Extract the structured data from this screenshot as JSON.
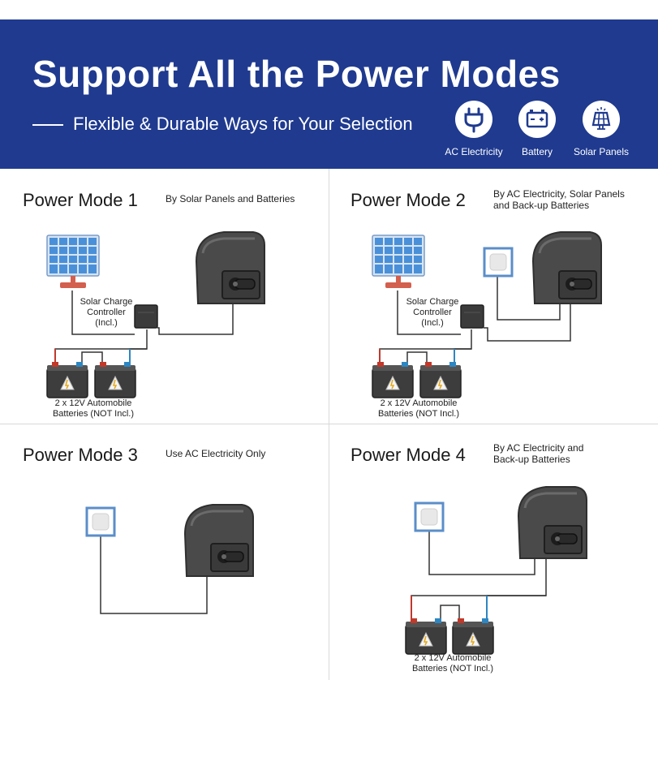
{
  "banner": {
    "title": "Support All the Power Modes",
    "subtitle": "Flexible & Durable Ways for Your Selection",
    "icons": [
      {
        "name": "plug-icon",
        "label": "AC Electricity"
      },
      {
        "name": "battery-icon",
        "label": "Battery"
      },
      {
        "name": "solar-panel-icon",
        "label": "Solar Panels"
      }
    ]
  },
  "colors": {
    "banner": "#1f3a8f",
    "panel_cell": "#4a90d9",
    "wire": "#333333",
    "wire_red": "#c0392b",
    "wire_blue": "#2e86c1"
  },
  "modes": [
    {
      "title": "Power Mode 1",
      "description": "By Solar Panels and Batteries",
      "controller_label": "Solar Charge\nController\n(Incl.)",
      "battery_label": "2 x 12V Automobile\nBatteries (NOT Incl.)"
    },
    {
      "title": "Power Mode 2",
      "description": "By AC Electricity, Solar Panels\nand Back-up Batteries",
      "controller_label": "Solar Charge\nController\n(Incl.)",
      "battery_label": "2 x 12V Automobile\nBatteries (NOT Incl.)"
    },
    {
      "title": "Power Mode 3",
      "description": "Use AC Electricity Only"
    },
    {
      "title": "Power Mode 4",
      "description": "By AC Electricity and\nBack-up Batteries",
      "battery_label": "2 x 12V Automobile\nBatteries (NOT Incl.)"
    }
  ]
}
